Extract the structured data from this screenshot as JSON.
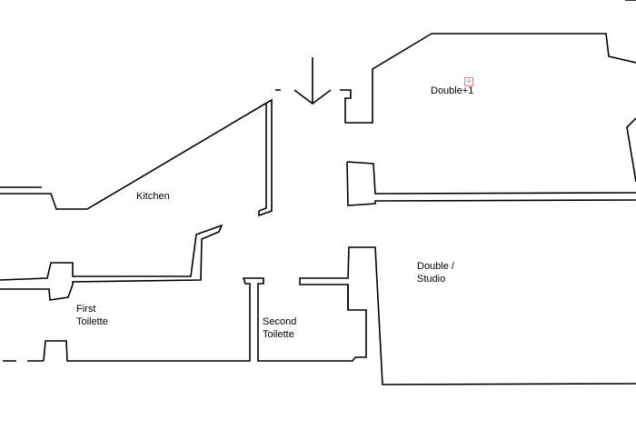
{
  "rooms": {
    "kitchen": "Kitchen",
    "double_1": "Double+1",
    "double_studio": "Double /\nStudio",
    "first_toilette": "First\nToilette",
    "second_toilette": "Second\nToilette"
  },
  "marker": {
    "icon": "plus-square-icon",
    "glyph": "+",
    "color": "#e8837f"
  },
  "entrance": {
    "icon": "arrow-down-icon"
  }
}
